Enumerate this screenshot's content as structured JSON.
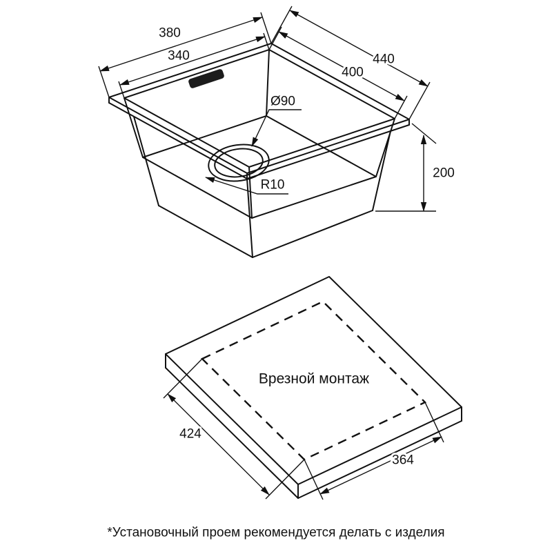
{
  "colors": {
    "background": "#ffffff",
    "line": "#111111",
    "brand_plate": "#1c1c1c"
  },
  "sink_view": {
    "dimensions": {
      "outer_width": "380",
      "inner_width": "340",
      "outer_depth": "440",
      "inner_depth": "400",
      "bowl_depth": "200",
      "drain_diameter": "Ø90",
      "corner_radius": "R10"
    }
  },
  "mount_view": {
    "title": "Врезной монтаж",
    "dimensions": {
      "cutout_length": "424",
      "cutout_width": "364"
    }
  },
  "footnote": "*Установочный проем рекомендуется делать с изделия"
}
